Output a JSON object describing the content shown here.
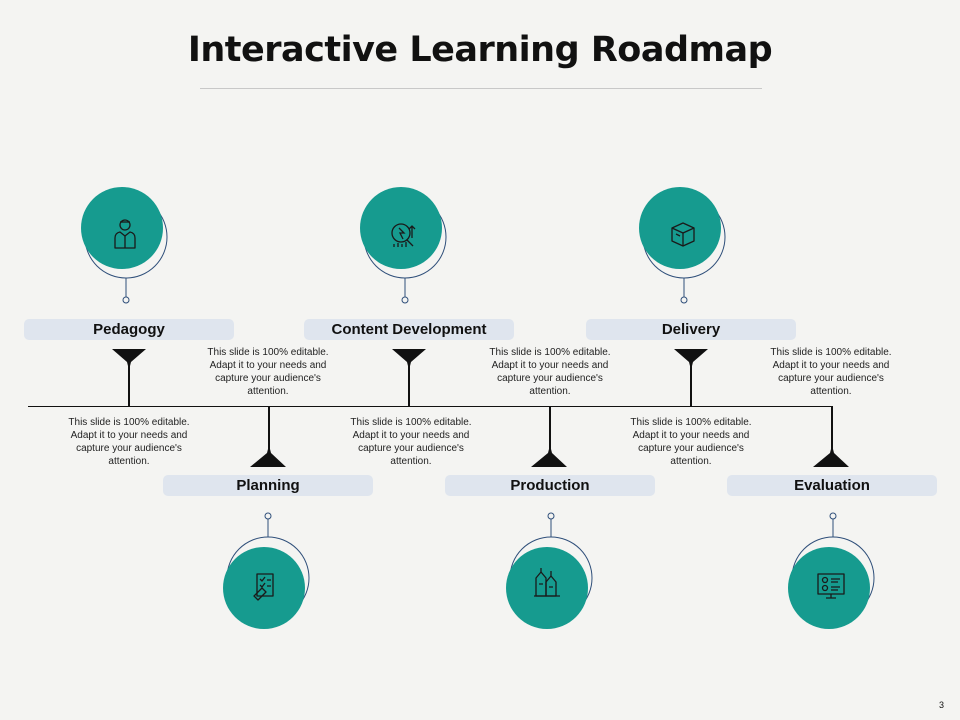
{
  "title": "Interactive Learning Roadmap",
  "page_number": "3",
  "colors": {
    "accent": "#169b8f",
    "outline": "#2f4f7a",
    "label_bar": "#dfe5ee",
    "line": "#111111"
  },
  "stages": [
    {
      "name": "Pedagogy",
      "icon": "teacher-icon",
      "description": "This slide is 100% editable. Adapt it to your needs and capture your audience's attention."
    },
    {
      "name": "Planning",
      "icon": "checklist-icon",
      "description": "This slide is 100% editable. Adapt it to your needs and capture your audience's attention."
    },
    {
      "name": "Content Development",
      "icon": "analytics-icon",
      "description": "This slide is 100% editable. Adapt it to your needs and capture your audience's attention."
    },
    {
      "name": "Production",
      "icon": "factory-icon",
      "description": "This slide is 100% editable. Adapt it to your needs and capture your audience's attention."
    },
    {
      "name": "Delivery",
      "icon": "package-icon",
      "description": "This slide is 100% editable. Adapt it to your needs and capture your audience's attention."
    },
    {
      "name": "Evaluation",
      "icon": "evaluation-icon",
      "description": "This slide is 100% editable. Adapt it to your needs and capture your audience's attention."
    }
  ]
}
